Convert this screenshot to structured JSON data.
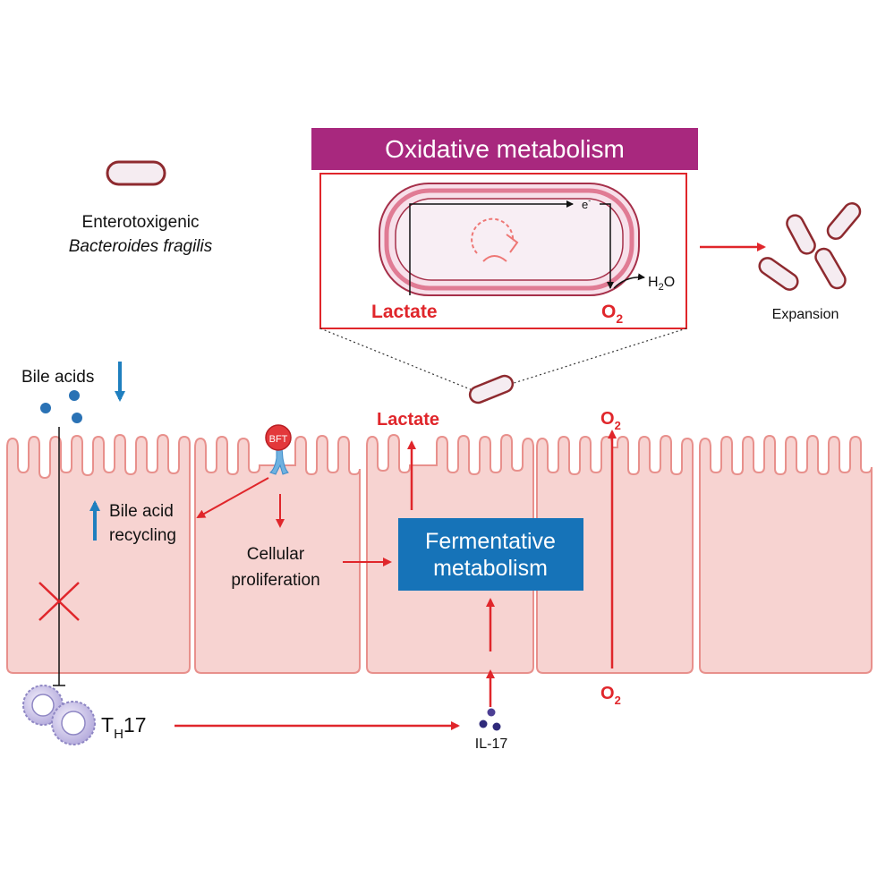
{
  "header": {
    "title": "Oxidative metabolism"
  },
  "organism": {
    "line1": "Enterotoxigenic",
    "line2": "Bacteroides fragilis"
  },
  "inset": {
    "lactate": "Lactate",
    "o2_main": "O",
    "o2_sub": "2",
    "electron_main": "e",
    "electron_sup": "-",
    "water_h": "H",
    "water_sub": "2",
    "water_o": "O"
  },
  "expansion": {
    "label": "Expansion"
  },
  "lumen": {
    "bile_acids": "Bile acids",
    "lactate": "Lactate",
    "o2_main": "O",
    "o2_sub": "2"
  },
  "epithelium": {
    "bft": "BFT",
    "bile_recycling_line1": "Bile acid",
    "bile_recycling_line2": "recycling",
    "proliferation_line1": "Cellular",
    "proliferation_line2": "proliferation",
    "fermentative_line1": "Fermentative",
    "fermentative_line2": "metabolism",
    "o2_bottom_main": "O",
    "o2_bottom_sub": "2"
  },
  "immune": {
    "th17_main": "T",
    "th17_sub": "H",
    "th17_rest": "17",
    "il17": "IL-17"
  },
  "colors": {
    "header_bg": "#a8287e",
    "red": "#e0262b",
    "blue": "#1f7fbf",
    "fermentative_bg": "#1673b8",
    "cell_fill": "#f7d3d1",
    "cell_stroke": "#e8908c",
    "bacterium_stroke": "#8e2a2f",
    "bacterium_fill": "#f5ecf1"
  }
}
